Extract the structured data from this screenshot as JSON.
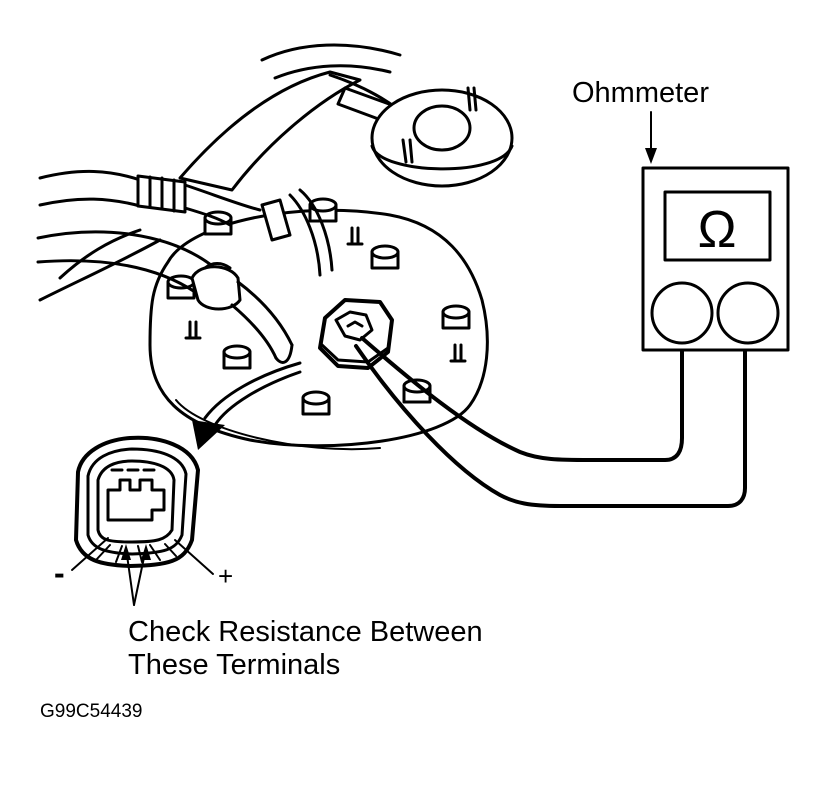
{
  "labels": {
    "meter": "Ohmmeter",
    "ohm_symbol": "Ω",
    "neg": "-",
    "pos": "+",
    "caption_line1": "Check Resistance Between",
    "caption_line2": "These Terminals",
    "figure_id": "G99C54439"
  },
  "colors": {
    "ink": "#000000",
    "paper": "#ffffff"
  }
}
